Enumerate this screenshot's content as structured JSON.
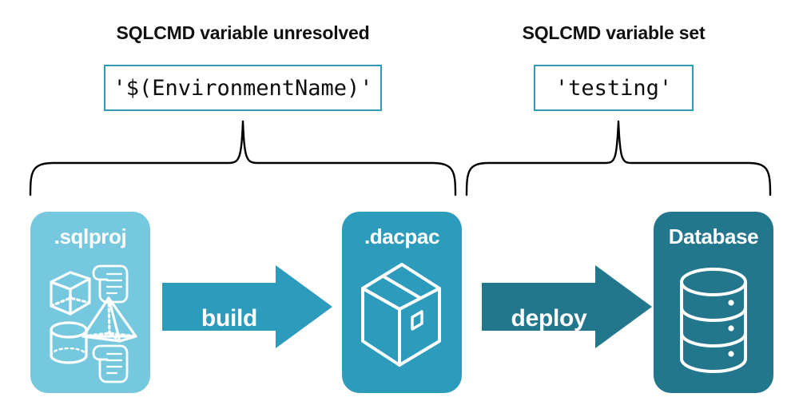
{
  "diagram": {
    "title_left": "SQLCMD variable unresolved",
    "title_right": "SQLCMD variable set",
    "code_unresolved": "'$(EnvironmentName)'",
    "code_set": "'testing'",
    "stages": [
      {
        "label": ".sqlproj",
        "icon": "wireframe-shapes-icon",
        "color": "#75c8de"
      },
      {
        "label": ".dacpac",
        "icon": "package-box-icon",
        "color": "#2d9bbc"
      },
      {
        "label": "Database",
        "icon": "database-cylinder-icon",
        "color": "#23778c"
      }
    ],
    "arrows": [
      {
        "label": "build",
        "color": "#2d9bbc"
      },
      {
        "label": "deploy",
        "color": "#23778c"
      }
    ],
    "colors": {
      "light_teal": "#75c8de",
      "mid_teal": "#2d9bbc",
      "dark_teal": "#23778c",
      "border_teal": "#2e9bbc",
      "text_dark": "#111111",
      "background": "#ffffff",
      "brace_stroke": "#000000"
    },
    "braces": {
      "left_scope": "sqlproj-to-dacpac",
      "right_scope": "dacpac-to-database"
    }
  }
}
